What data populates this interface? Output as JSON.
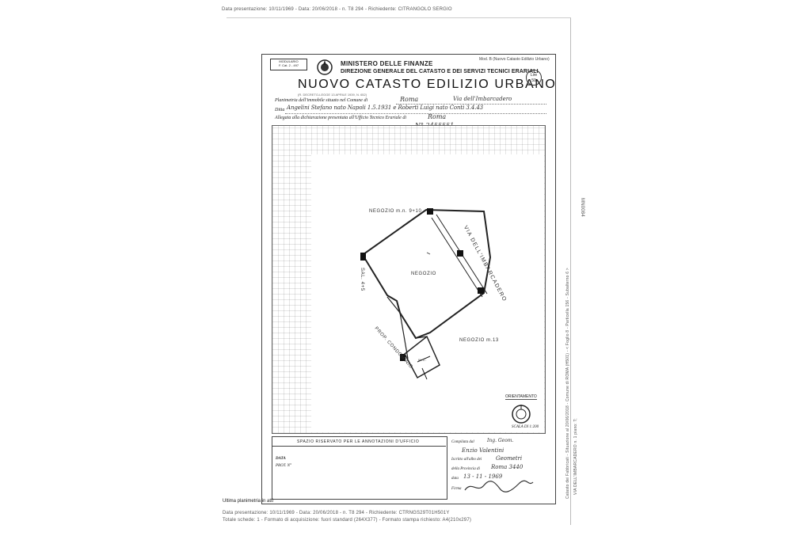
{
  "top_stamp": "Data presentazione: 10/11/1969 - Data: 20/06/2018 - n. T8 294 - Richiedente: CITRANGOLO SERGIO",
  "header": {
    "box_label": "MODULARIO\nF. Cat. 2 - 497",
    "ministry": "MINISTERO DELLE FINANZE",
    "direction": "DIREZIONE GENERALE DEL CATASTO E DEI SERVIZI TECNICI ERARIALI",
    "title": "NUOVO CATASTO EDILIZIO URBANO",
    "model_note": "Mod. B (Nuovo Catasto Edilizio Urbano)",
    "lire_badge": "Lire\n50",
    "subnote": "(R. DECRETO-LEGGE 13 APRILE 1939, N. 652)"
  },
  "fields": {
    "planimetria_label": "Planimetria dell'immobile situato nel Comune di",
    "planimetria_value": "Roma",
    "via_value": "Via dell'Imbarcadero",
    "ditta_label": "Ditta",
    "ditta_value": "Angelini Stefano nato Napoli 1.5.1931 e Roberti Luigi nato Conti 3.4.43",
    "allegata_label": "Allegata alla dichiarazione presentata all'Ufficio Tecnico Erariale di",
    "allegata_value": "Roma",
    "number": "N° 2455551"
  },
  "plan": {
    "neg_top": "NEGOZIO m.n. 9+10",
    "street_right": "VIA DELL'IMBARCADERO",
    "main_room": "NEGOZIO",
    "left_label": "SAL. 4+5",
    "neg_bottom": "NEGOZIO m.13",
    "corridor": "PROP. CONDOMINIO",
    "wc": "W.C."
  },
  "orientation": {
    "label": "ORIENTAMENTO",
    "scale": "SCALA DI 1:200"
  },
  "footer": {
    "space_label": "SPAZIO RISERVATO PER LE ANNOTAZIONI D'UFFICIO",
    "data_label": "DATA",
    "prot_label": "PROT. N°",
    "compiled_label": "Compilata dal",
    "compiled_value": "Ing. Geom.",
    "name_value": "Enzio Valentini",
    "inscribed_label": "Iscritto all'albo dei",
    "inscribed_value": "Geometri",
    "province_label": "della Provincia di",
    "province_value": "Roma 3440",
    "date_label": "data",
    "date_value": "13 - 11 - 1969",
    "signature_label": "Firma"
  },
  "bottom_notes": {
    "line1": "Ultima planimetria in atti",
    "line2": "Data presentazione: 10/11/1969 - Data: 20/06/2018 - n. T8 294 - Richiedente: CTRNGS29T01H501Y",
    "line3": "Totale schede: 1 - Formato di acquisizione: fuori standard (264X377) - Formato stampa richiesto: A4(210x297)"
  },
  "side_notes": {
    "left_col": "Catasto dei Fabbricati - Situazione al 20/06/2018 - Comune di ROMA (H501) - < Foglio 8 - Particella 156 - Subalterno 6 >",
    "right_col": "VIA DELL'IMBARCADERO n. 1 piano: T;",
    "mini": "MN0084"
  }
}
